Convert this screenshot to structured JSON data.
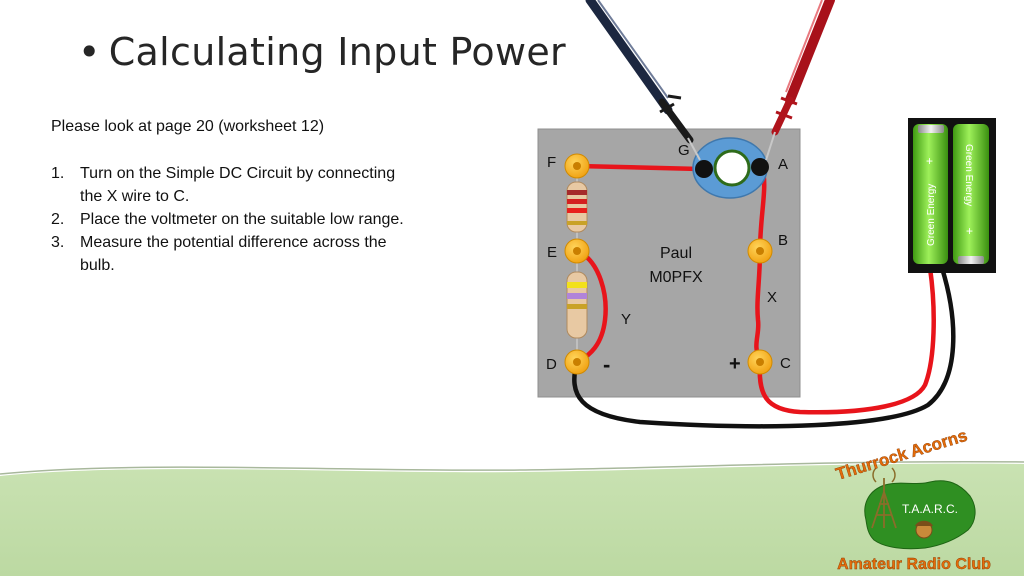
{
  "slide": {
    "bullet": "•",
    "title": "Calculating Input Power",
    "intro": "Please look at page 20 (worksheet 12)",
    "steps": [
      {
        "num": "1.",
        "text": "Turn on the Simple DC Circuit by connecting the X wire to C."
      },
      {
        "num": "2.",
        "text": "Place the voltmeter on the suitable low range."
      },
      {
        "num": "3.",
        "text": "Measure the potential difference across the bulb."
      }
    ]
  },
  "circuit": {
    "board_label_line1": "Paul",
    "board_label_line2": "M0PFX",
    "terminal_labels": {
      "a": "A",
      "b": "B",
      "c": "C",
      "d": "D",
      "e": "E",
      "f": "F",
      "g": "G"
    },
    "wire_labels": {
      "x": "X",
      "y": "Y"
    },
    "polarity": {
      "minus": "-",
      "plus": "+"
    },
    "battery_label_1": "Green Energy",
    "battery_label_2": "Green Energy",
    "battery_plus_1": "+",
    "battery_plus_2": "+",
    "colors": {
      "board": "#a6a6a6",
      "wire_red": "#e8141b",
      "wire_black": "#111111",
      "terminal": "#f7b018",
      "battery": "#5cc321",
      "bulb_holder": "#5b9bd5",
      "ground": "#c5dfae"
    }
  },
  "logo": {
    "arc_text": "Thurrock Acorns",
    "badge": "T.A.A.R.C.",
    "subtitle": "Amateur Radio Club",
    "color": "#e46c0a"
  }
}
